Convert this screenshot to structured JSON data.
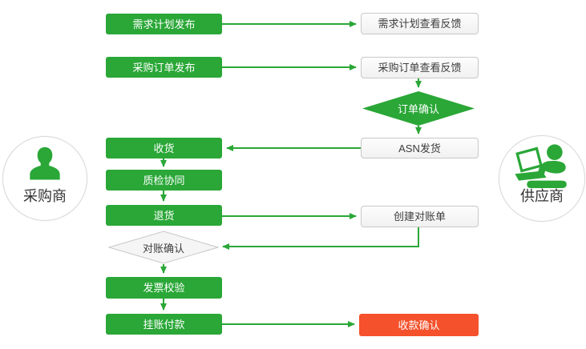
{
  "actors": {
    "buyer": {
      "label": "采购商",
      "icon": "user-icon"
    },
    "supplier": {
      "label": "供应商",
      "icon": "user-laptop-icon"
    }
  },
  "nodes": {
    "demand_plan_publish": {
      "label": "需求计划发布"
    },
    "demand_plan_feedback": {
      "label": "需求计划查看反馈"
    },
    "po_publish": {
      "label": "采购订单发布"
    },
    "po_feedback": {
      "label": "采购订单查看反馈"
    },
    "order_confirm": {
      "label": "订单确认"
    },
    "asn_ship": {
      "label": "ASN发货"
    },
    "receive": {
      "label": "收货"
    },
    "quality_collab": {
      "label": "质检协同"
    },
    "return_goods": {
      "label": "退货"
    },
    "create_statement": {
      "label": "创建对账单"
    },
    "statement_confirm": {
      "label": "对账确认"
    },
    "invoice_verify": {
      "label": "发票校验"
    },
    "book_payment": {
      "label": "挂账付款"
    },
    "receipt_confirm": {
      "label": "收款确认"
    }
  },
  "colors": {
    "process_green": "#2aa737",
    "highlight_red": "#f4512c",
    "plain_box_bg": "#f7f7f7",
    "plain_box_border": "#c8c8c8"
  }
}
